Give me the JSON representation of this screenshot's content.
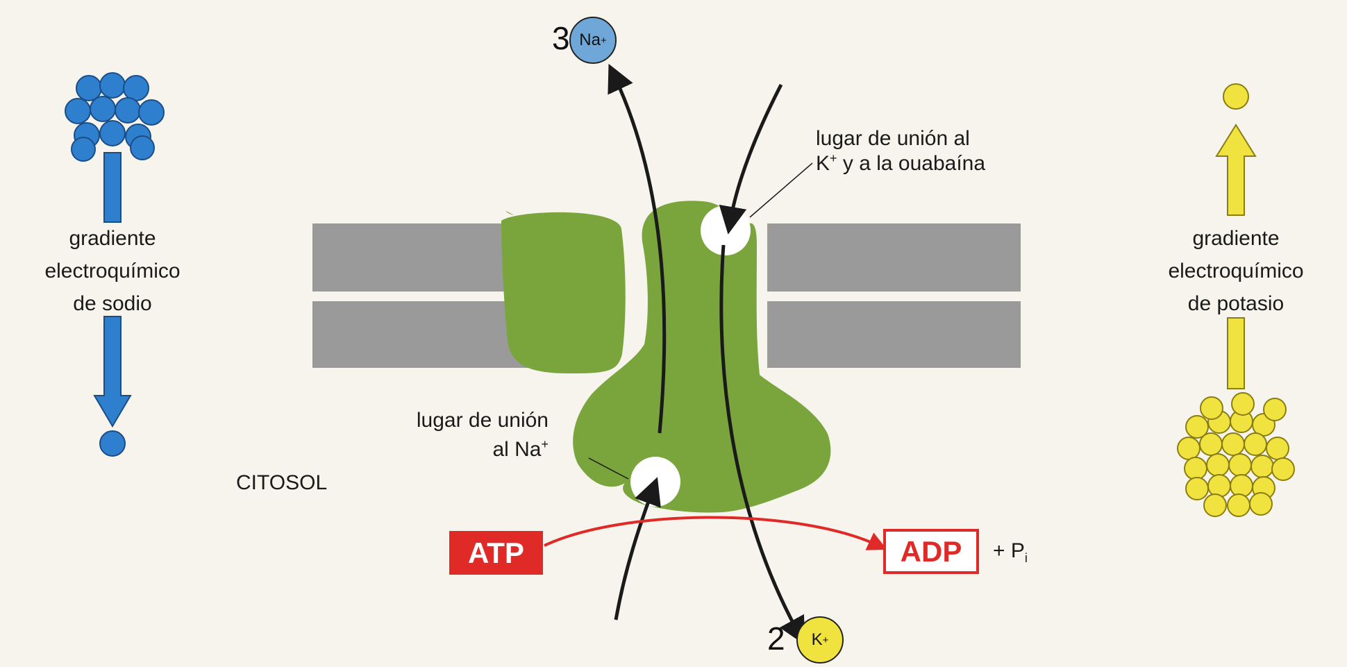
{
  "colors": {
    "sodium_blue": "#2f7fcf",
    "potassium_yellow": "#f0e340",
    "pump_green": "#7aa43c",
    "membrane_gray": "#9a9a9a",
    "atp_red": "#e02a28",
    "arrow_black": "#1a1a1a"
  },
  "top_ion": {
    "count": "3",
    "symbol": "Na",
    "charge": "+"
  },
  "bottom_ion": {
    "count": "2",
    "symbol": "K",
    "charge": "+"
  },
  "k_site_label": {
    "line1": "lugar de unión al",
    "line2_pre": "K",
    "line2_sup": "+",
    "line2_post": " y a la ouabaína"
  },
  "na_site_label": {
    "line1": "lugar de unión",
    "line2_pre": "al Na",
    "line2_sup": "+"
  },
  "cytosol_label": "CITOSOL",
  "left_gradient": {
    "line1": "gradiente",
    "line2": "electroquímico",
    "line3": "de sodio"
  },
  "right_gradient": {
    "line1": "gradiente",
    "line2": "electroquímico",
    "line3": "de potasio"
  },
  "atp_label": "ATP",
  "adp_label": "ADP",
  "pi_label": {
    "pre": "+ P",
    "sub": "i"
  }
}
